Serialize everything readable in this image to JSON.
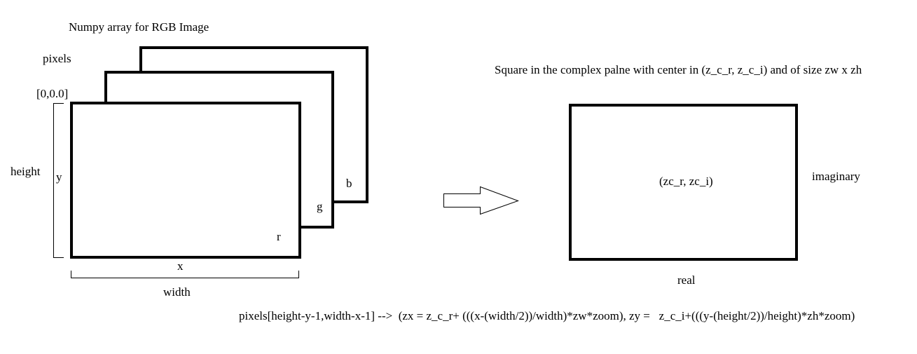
{
  "diagram": {
    "array_title": "Numpy array for RGB Image",
    "pixels_label": "pixels",
    "origin_label": "[0,0.0]",
    "height_label": "height",
    "y_label": "y",
    "x_label": "x",
    "width_label": "width",
    "channel_r": "r",
    "channel_g": "g",
    "channel_b": "b",
    "plane_title": "Square in the complex palne with center in (z_c_r, z_c_i) and of size zw x zh",
    "center_label": "(zc_r, zc_i)",
    "imaginary_label": "imaginary",
    "real_label": "real",
    "formula": "pixels[height-y-1,width-x-1] -->  (zx = z_c_r+ (((x-(width/2))/width)*zw*zoom), zy =   z_c_i+(((y-(height/2))/height)*zh*zoom)"
  },
  "colors": {
    "ink": "#000000",
    "background": "#ffffff"
  },
  "icons": {
    "arrow": "right-arrow-icon"
  }
}
